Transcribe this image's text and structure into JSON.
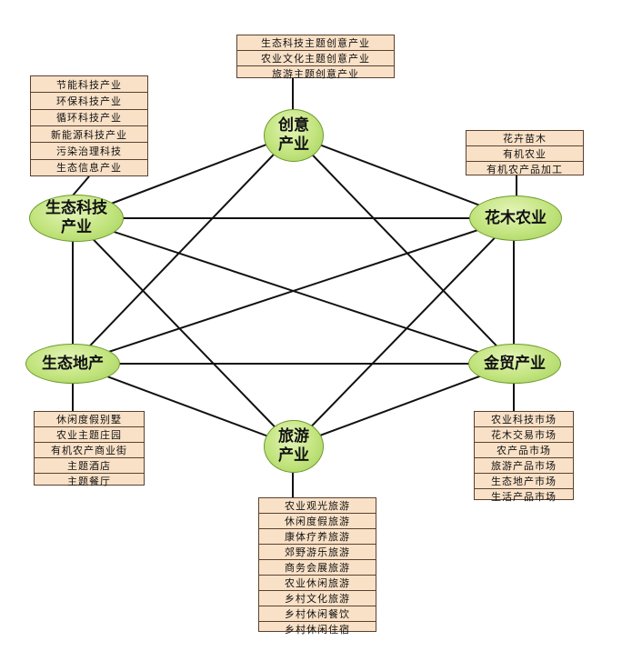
{
  "colors": {
    "node_fill": "#c2e47e",
    "node_border": "#6f9a2c",
    "box_fill": "#f9e1c7",
    "box_border": "#5a4030",
    "line": "#111111"
  },
  "nodes": {
    "creative": "创意\n产业",
    "eco_tech": "生态科技\n产业",
    "flower": "花木农业",
    "eco_realty": "生态地产",
    "trade": "金贸产业",
    "tourism": "旅游\n产业"
  },
  "lists": {
    "creative": [
      "生态科技主题创意产业",
      "农业文化主题创意产业",
      "旅游主题创意产业"
    ],
    "eco_tech": [
      "节能科技产业",
      "环保科技产业",
      "循环科技产业",
      "新能源科技产业",
      "污染治理科技",
      "生态信息产业"
    ],
    "flower": [
      "花卉苗木",
      "有机农业",
      "有机农产品加工"
    ],
    "eco_realty": [
      "休闲度假别墅",
      "农业主题庄园",
      "有机农产商业街",
      "主题酒店",
      "主题餐厅"
    ],
    "trade": [
      "农业科技市场",
      "花木交易市场",
      "农产品市场",
      "旅游产品市场",
      "生态地产市场",
      "生活产品市场"
    ],
    "tourism": [
      "农业观光旅游",
      "休闲度假旅游",
      "康体疗养旅游",
      "郊野游乐旅游",
      "商务会展旅游",
      "农业休闲旅游",
      "乡村文化旅游",
      "乡村休闲餐饮",
      "乡村休闲住宿"
    ]
  }
}
